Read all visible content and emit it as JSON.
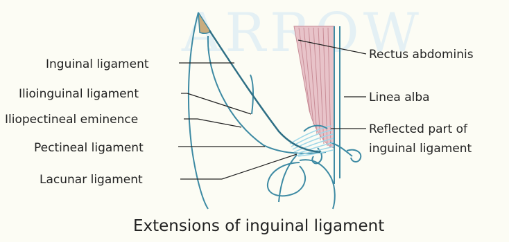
{
  "watermark": "ARROW",
  "caption": "Extensions of inguinal ligament",
  "labels_left": {
    "inguinal_ligament": "Inguinal ligament",
    "ilioinguinal_ligament": "Ilioinguinal ligament",
    "iliopectineal_eminence": "Iliopectineal eminence",
    "pectineal_ligament": "Pectineal ligament",
    "lacunar_ligament": "Lacunar ligament"
  },
  "labels_right": {
    "rectus_abdominis": "Rectus abdominis",
    "linea_alba": "Linea alba",
    "reflected_part_line1": "Reflected part of",
    "reflected_part_line2": "inguinal ligament"
  },
  "colors": {
    "outline": "#3d8aa3",
    "ligament": "#2e6f85",
    "muscle_fill": "#e8c3c9",
    "muscle_stroke": "#c98e98",
    "bone_tip": "#c9ac7e",
    "fan": "#9fd7e8",
    "leader": "#222222",
    "background": "#fcfcf4"
  }
}
